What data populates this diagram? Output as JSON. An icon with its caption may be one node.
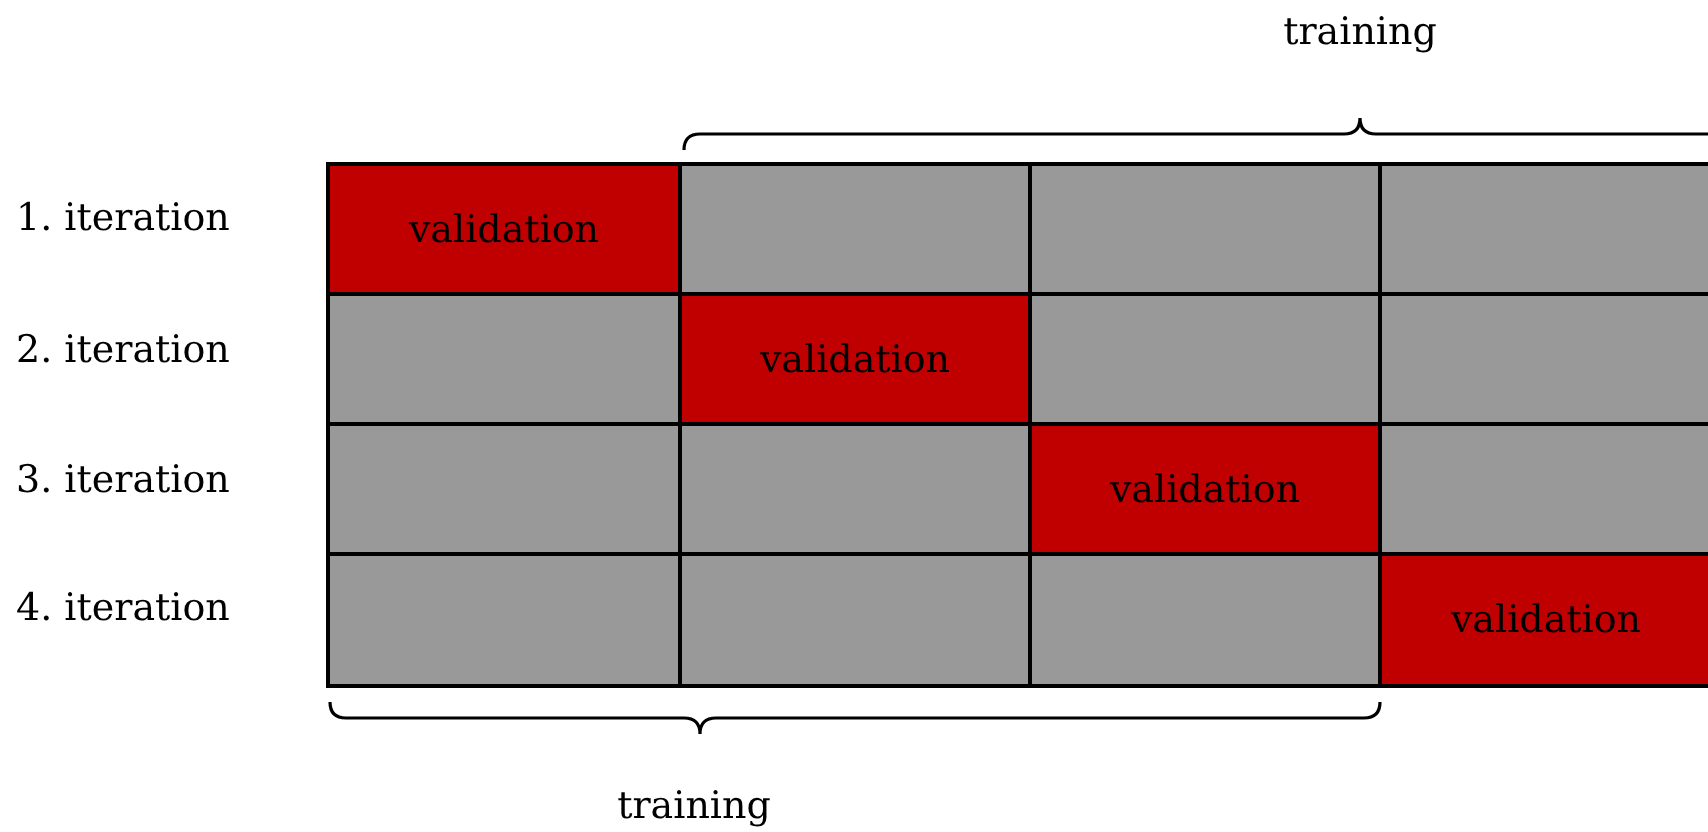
{
  "diagram": {
    "nodes": [
      {
        "text": [
          "validation"
        ]
      },
      {
        "text": [],
        "shape": "box"
      },
      {
        "text": [],
        "shape": "box"
      },
      {
        "text": [],
        "shape": "box"
      },
      {
        "text": [],
        "shape": "box"
      },
      {
        "text": [
          "validation"
        ]
      },
      {
        "text": [],
        "shape": "box"
      },
      {
        "text": [],
        "shape": "box"
      },
      {
        "text": [],
        "shape": "box"
      },
      {
        "text": [],
        "shape": "box"
      },
      {
        "text": [
          "validation"
        ]
      },
      {
        "text": [],
        "shape": "box"
      },
      {
        "text": [],
        "shape": "box"
      },
      {
        "text": [],
        "shape": "box"
      },
      {
        "text": [],
        "shape": "box"
      },
      {
        "text": [
          "validation"
        ]
      }
    ],
    "labels": [
      "training",
      "1. iteration",
      "2. iteration",
      "3. iteration",
      "4. iteration",
      "training"
    ]
  }
}
